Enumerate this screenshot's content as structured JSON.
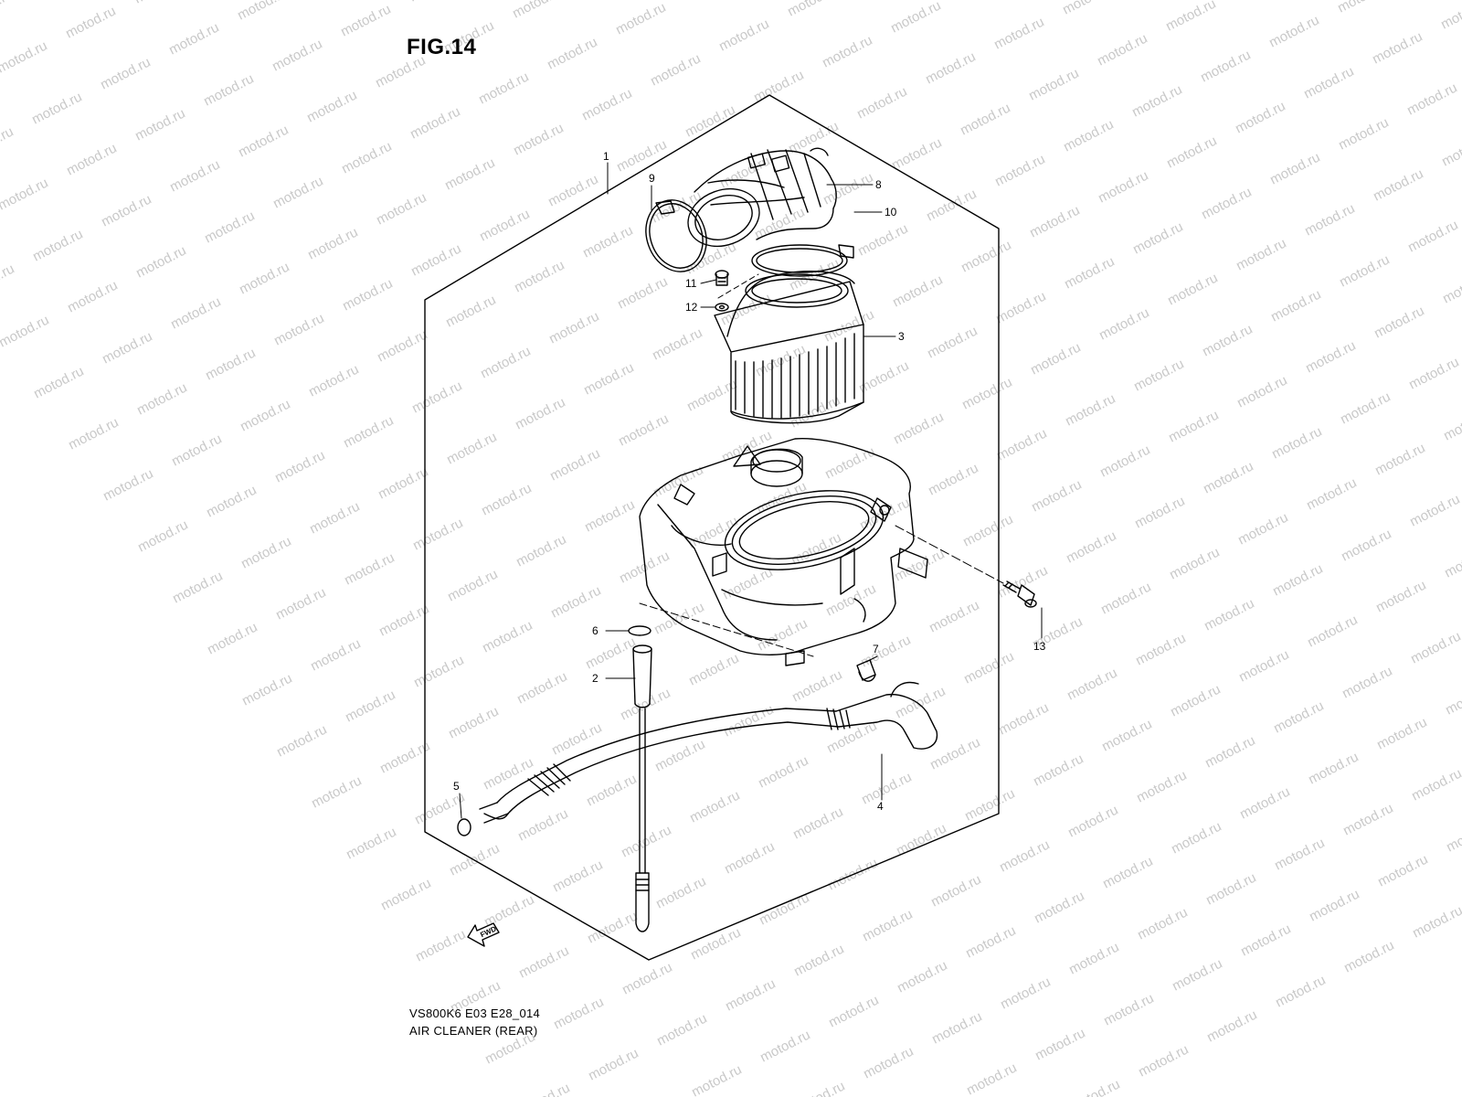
{
  "figure": {
    "title": "FIG.14",
    "model_code": "VS800K6 E03 E28_014",
    "name": "AIR CLEANER (REAR)"
  },
  "watermark": {
    "text": "motod.ru",
    "color": "#c9c9c9"
  },
  "direction_marker": {
    "label": "FWD",
    "icon": "fwd-arrow-icon"
  },
  "callouts": [
    {
      "number": "1"
    },
    {
      "number": "2"
    },
    {
      "number": "3"
    },
    {
      "number": "4"
    },
    {
      "number": "5"
    },
    {
      "number": "6"
    },
    {
      "number": "7"
    },
    {
      "number": "8"
    },
    {
      "number": "9"
    },
    {
      "number": "10"
    },
    {
      "number": "11"
    },
    {
      "number": "12"
    },
    {
      "number": "13"
    }
  ],
  "parts": [
    {
      "id": "intake-duct",
      "icon": "intake-elbow-duct-icon"
    },
    {
      "id": "duct-clamp",
      "icon": "hose-clamp-icon"
    },
    {
      "id": "filter-element",
      "icon": "air-filter-element-icon"
    },
    {
      "id": "air-cleaner-box",
      "icon": "air-cleaner-case-icon"
    },
    {
      "id": "drain-plug",
      "icon": "drain-tube-icon"
    },
    {
      "id": "breather-hose",
      "icon": "breather-hose-icon"
    },
    {
      "id": "bolt",
      "icon": "bolt-icon"
    },
    {
      "id": "screw",
      "icon": "screw-icon"
    },
    {
      "id": "washer",
      "icon": "washer-icon"
    }
  ]
}
